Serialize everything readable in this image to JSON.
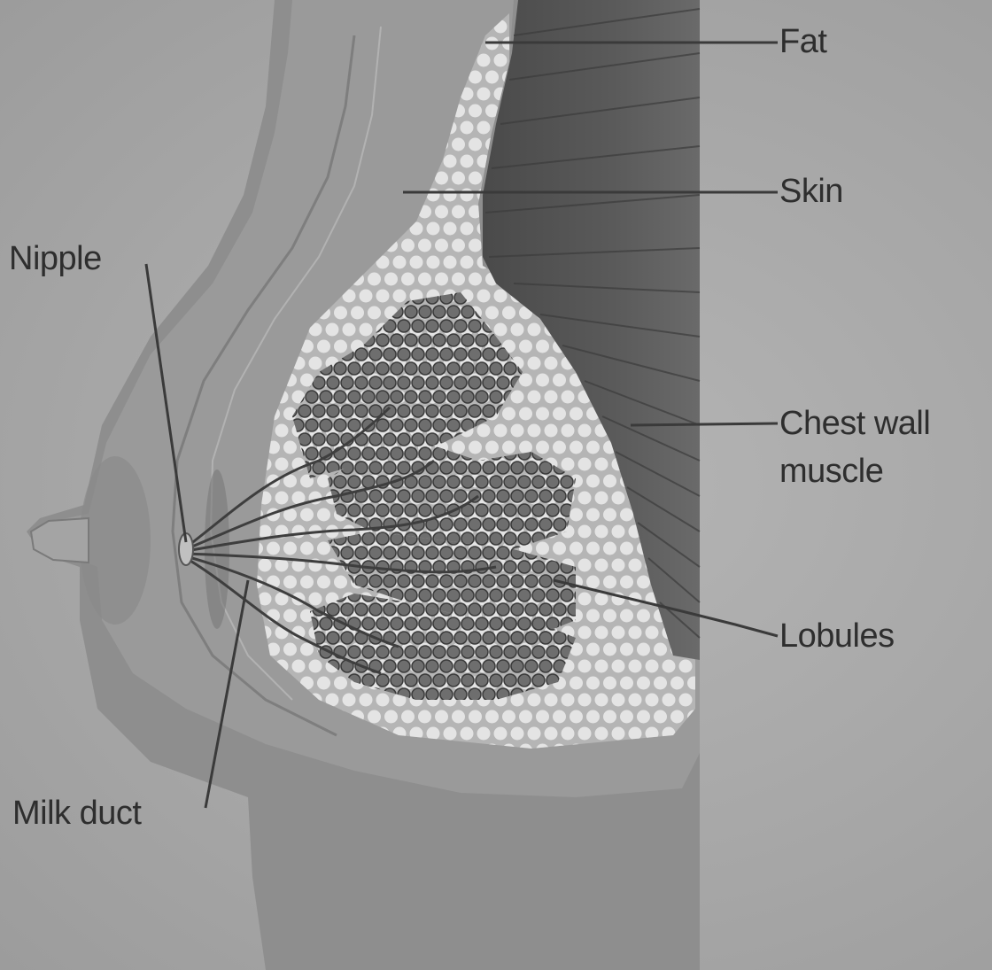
{
  "labels": {
    "fat": "Fat",
    "skin": "Skin",
    "chest_wall_line1": "Chest wall",
    "chest_wall_line2": "muscle",
    "lobules": "Lobules",
    "nipple": "Nipple",
    "milk_duct": "Milk duct"
  },
  "colors": {
    "background": "#a9a9a9",
    "skin": "#959595",
    "skin_inner": "#a2a2a2",
    "fat_tissue": "#b8b8b8",
    "fat_dots": "#e4e4e4",
    "lobule_dots": "#6e6e6e",
    "muscle": "#575757",
    "text": "#2e2e2e"
  }
}
